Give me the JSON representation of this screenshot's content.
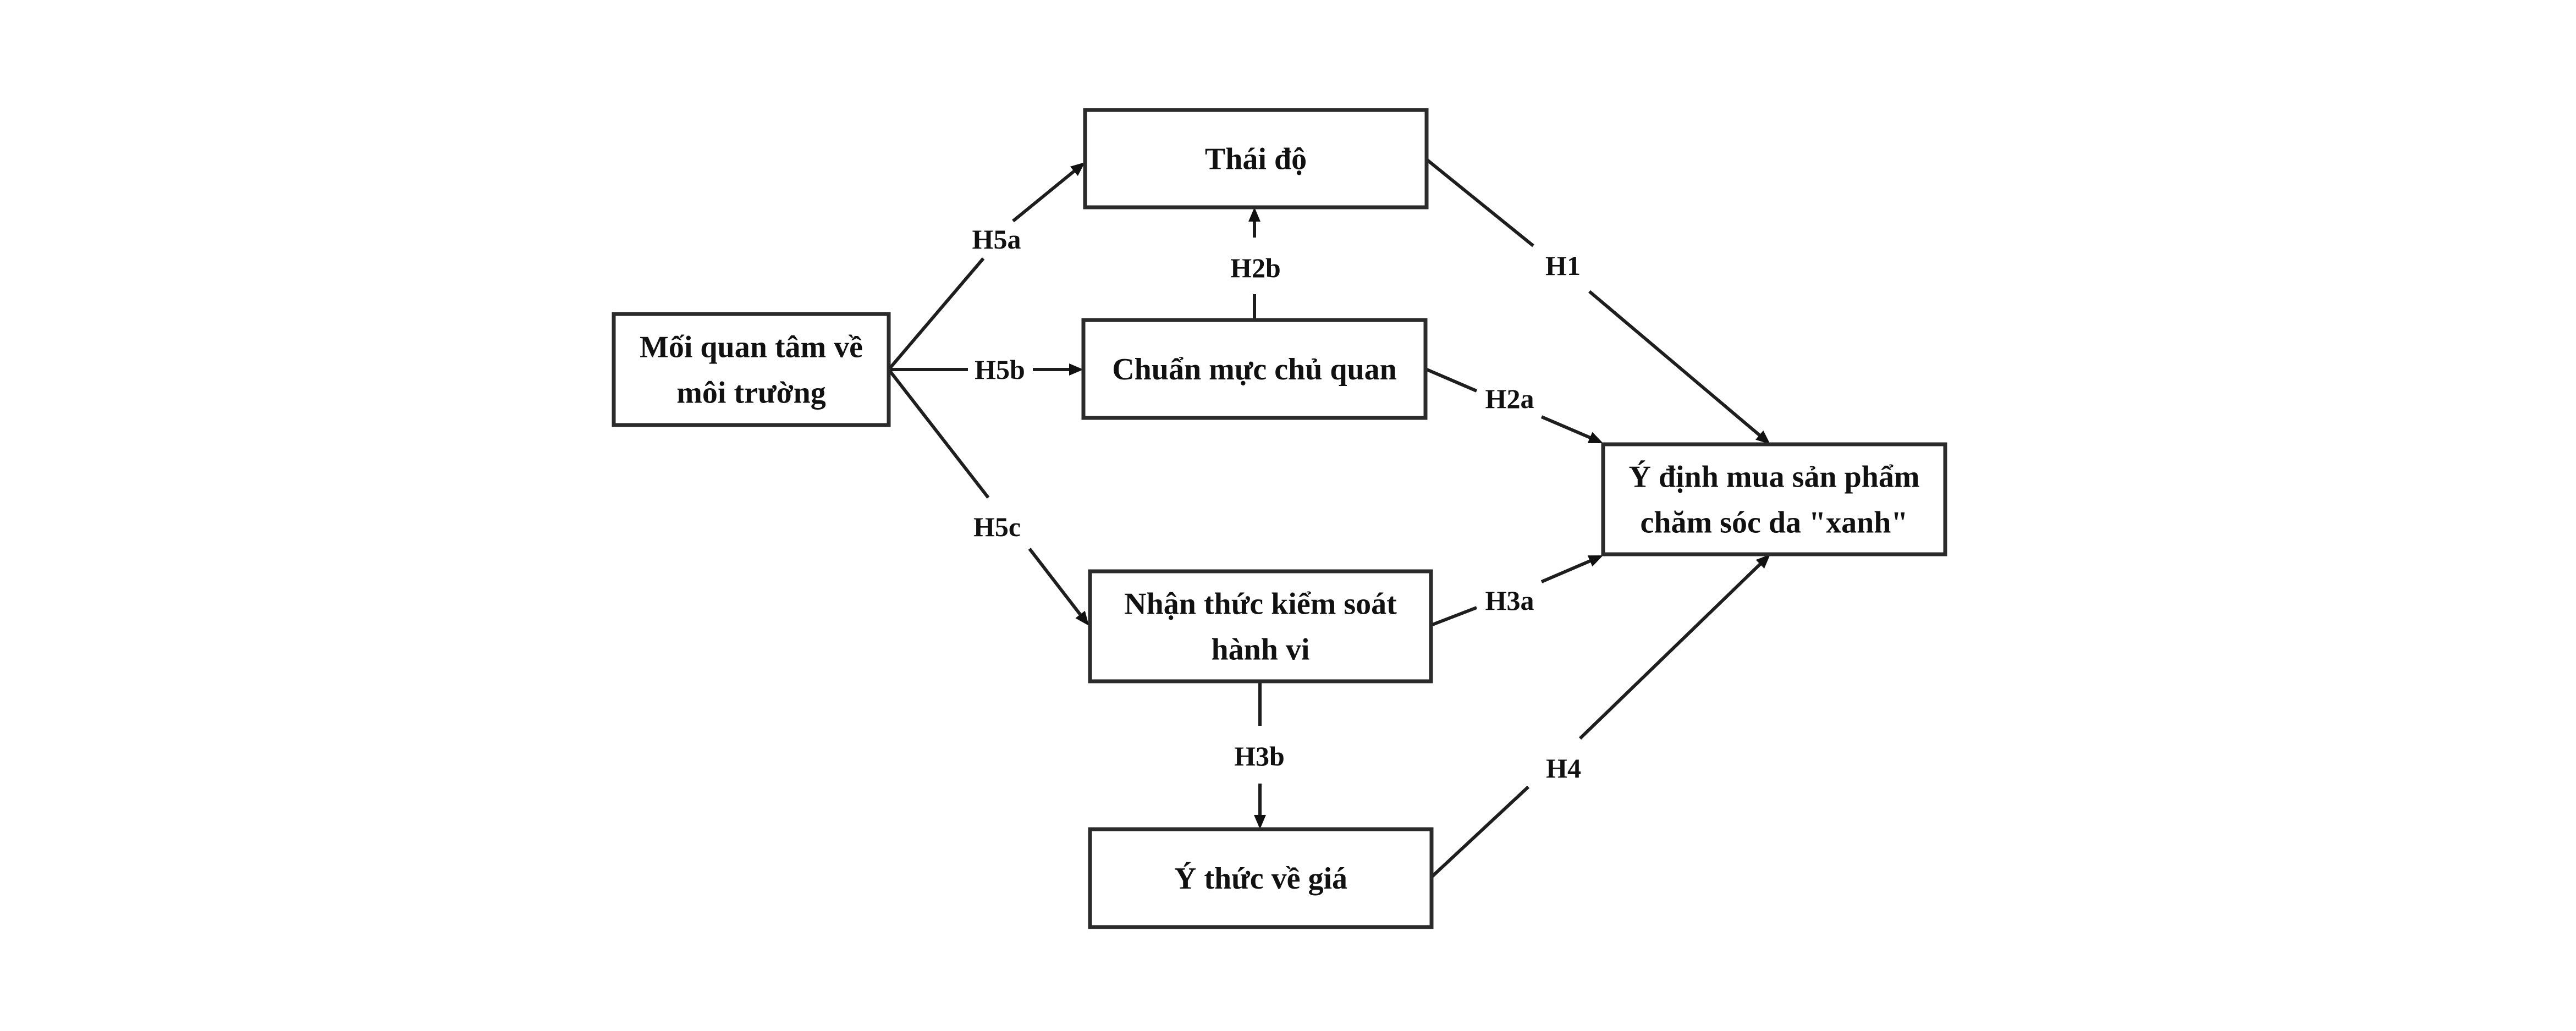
{
  "diagram": {
    "type": "research-model",
    "nodes": [
      {
        "id": "environmental_concern",
        "lines": [
          "Mối quan tâm về",
          "môi trường"
        ]
      },
      {
        "id": "attitude",
        "lines": [
          "Thái độ"
        ]
      },
      {
        "id": "subjective_norm",
        "lines": [
          "Chuẩn mực chủ quan"
        ]
      },
      {
        "id": "perceived_behavioral_control",
        "lines": [
          "Nhận thức kiểm soát",
          "hành vi"
        ]
      },
      {
        "id": "price_consciousness",
        "lines": [
          "Ý thức về giá"
        ]
      },
      {
        "id": "purchase_intention",
        "lines": [
          "Ý định mua sản phẩm",
          "chăm sóc da \"xanh\""
        ]
      }
    ],
    "edges": [
      {
        "id": "H5a",
        "label": "H5a",
        "from": "environmental_concern",
        "to": "attitude"
      },
      {
        "id": "H5b",
        "label": "H5b",
        "from": "environmental_concern",
        "to": "subjective_norm"
      },
      {
        "id": "H5c",
        "label": "H5c",
        "from": "environmental_concern",
        "to": "perceived_behavioral_control"
      },
      {
        "id": "H2b",
        "label": "H2b",
        "from": "subjective_norm",
        "to": "attitude"
      },
      {
        "id": "H1",
        "label": "H1",
        "from": "attitude",
        "to": "purchase_intention"
      },
      {
        "id": "H2a",
        "label": "H2a",
        "from": "subjective_norm",
        "to": "purchase_intention"
      },
      {
        "id": "H3a",
        "label": "H3a",
        "from": "perceived_behavioral_control",
        "to": "purchase_intention"
      },
      {
        "id": "H3b",
        "label": "H3b",
        "from": "perceived_behavioral_control",
        "to": "price_consciousness"
      },
      {
        "id": "H4",
        "label": "H4",
        "from": "price_consciousness",
        "to": "purchase_intention"
      }
    ]
  }
}
